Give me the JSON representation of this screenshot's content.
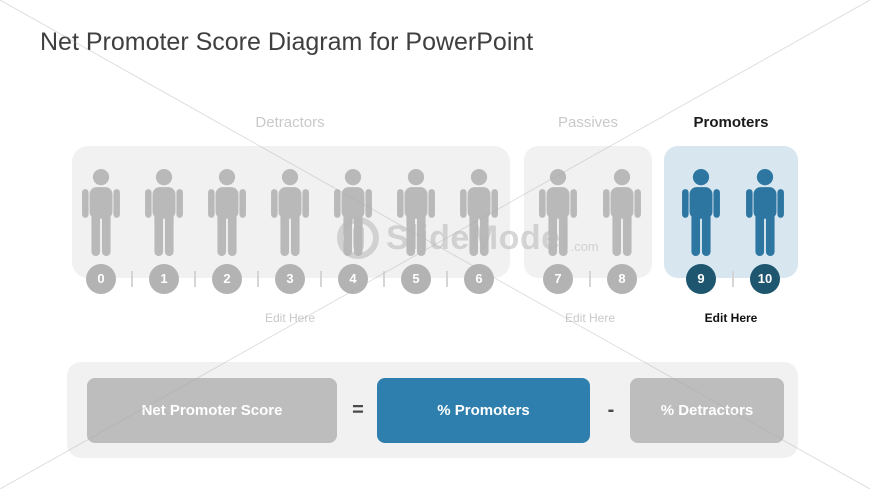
{
  "title": "Net Promoter Score Diagram for PowerPoint",
  "watermark": {
    "brand": "SlideModel",
    "suffix": ".com"
  },
  "groups": [
    {
      "label": "Detractors",
      "edit_label": "Edit Here",
      "scores": [
        "0",
        "1",
        "2",
        "3",
        "4",
        "5",
        "6"
      ],
      "highlighted": false
    },
    {
      "label": "Passives",
      "edit_label": "Edit Here",
      "scores": [
        "7",
        "8"
      ],
      "highlighted": false
    },
    {
      "label": "Promoters",
      "edit_label": "Edit Here",
      "scores": [
        "9",
        "10"
      ],
      "highlighted": true
    }
  ],
  "formula": {
    "result_label": "Net Promoter Score",
    "equals_sign": "=",
    "promoters_label": "% Promoters",
    "minus_sign": "-",
    "detractors_label": "% Detractors"
  },
  "colors": {
    "accent_blue": "#2e7fad",
    "person_blue": "#2d76a2",
    "panel_blue": "#d8e6f0",
    "badge_navy": "#1e566f",
    "panel_gray": "#f1f1f1",
    "button_gray": "#bdbdbd",
    "person_gray": "#b9b9b9",
    "badge_gray": "#b3b3b3",
    "muted_text": "#c9c9c9",
    "title_text": "#3f3f3f"
  }
}
